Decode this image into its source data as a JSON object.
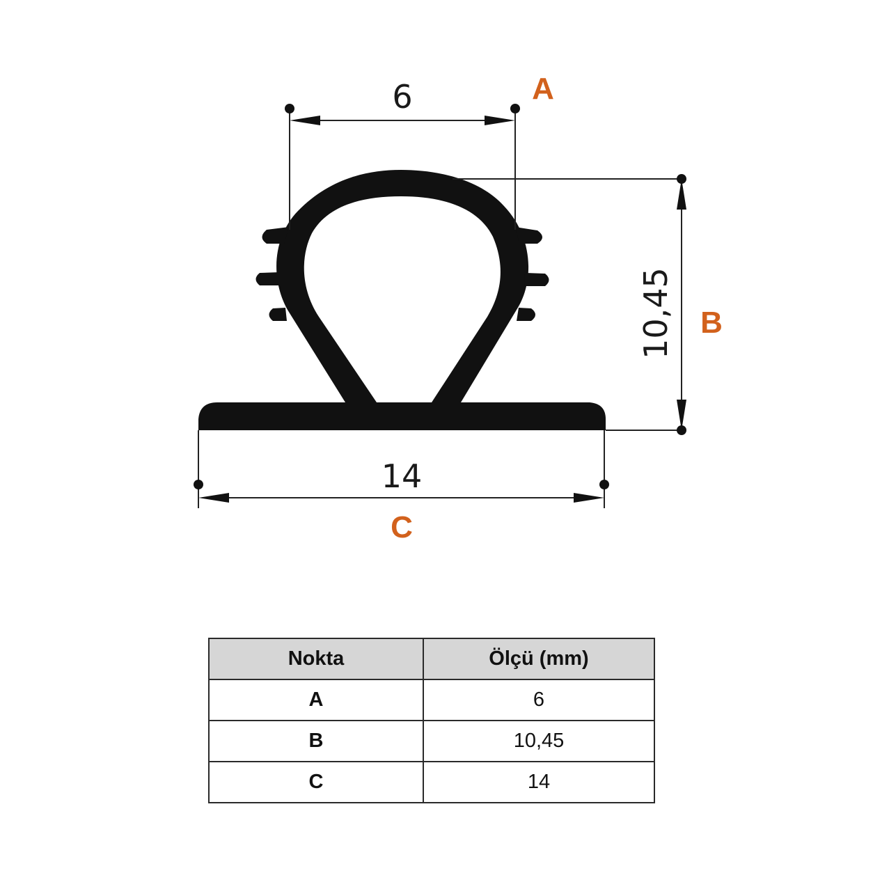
{
  "diagram": {
    "labels": {
      "A": "A",
      "B": "B",
      "C": "C"
    },
    "dimensions": {
      "top_width": "6",
      "height": "10,45",
      "base_width": "14"
    },
    "accent_color": "#d2611c",
    "profile_color": "#111111"
  },
  "table": {
    "headers": [
      "Nokta",
      "Ölçü (mm)"
    ],
    "rows": [
      {
        "point": "A",
        "value": "6"
      },
      {
        "point": "B",
        "value": "10,45"
      },
      {
        "point": "C",
        "value": "14"
      }
    ]
  }
}
